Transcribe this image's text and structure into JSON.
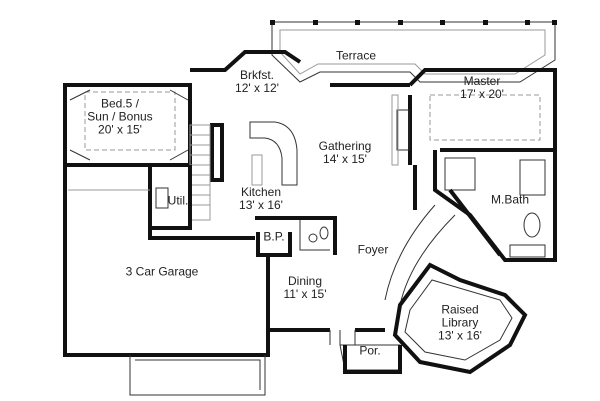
{
  "rooms": {
    "terrace": {
      "name": "Terrace"
    },
    "brkfst": {
      "name": "Brkfst.",
      "size": "12' x 12'"
    },
    "master": {
      "name": "Master",
      "size": "17' x 20'"
    },
    "bed5": {
      "name_line1": "Bed.5 /",
      "name_line2": "Sun / Bonus",
      "size": "20' x 15'"
    },
    "gathering": {
      "name": "Gathering",
      "size": "14' x 15'"
    },
    "kitchen": {
      "name": "Kitchen",
      "size": "13' x 16'"
    },
    "util": {
      "name": "Util."
    },
    "mbath": {
      "name": "M.Bath"
    },
    "bp": {
      "name": "B.P."
    },
    "foyer": {
      "name": "Foyer"
    },
    "garage": {
      "name": "3 Car Garage"
    },
    "dining": {
      "name": "Dining",
      "size": "11' x 15'"
    },
    "library": {
      "name_line1": "Raised",
      "name_line2": "Library",
      "size": "13' x 16'"
    },
    "porch": {
      "name": "Por."
    }
  }
}
